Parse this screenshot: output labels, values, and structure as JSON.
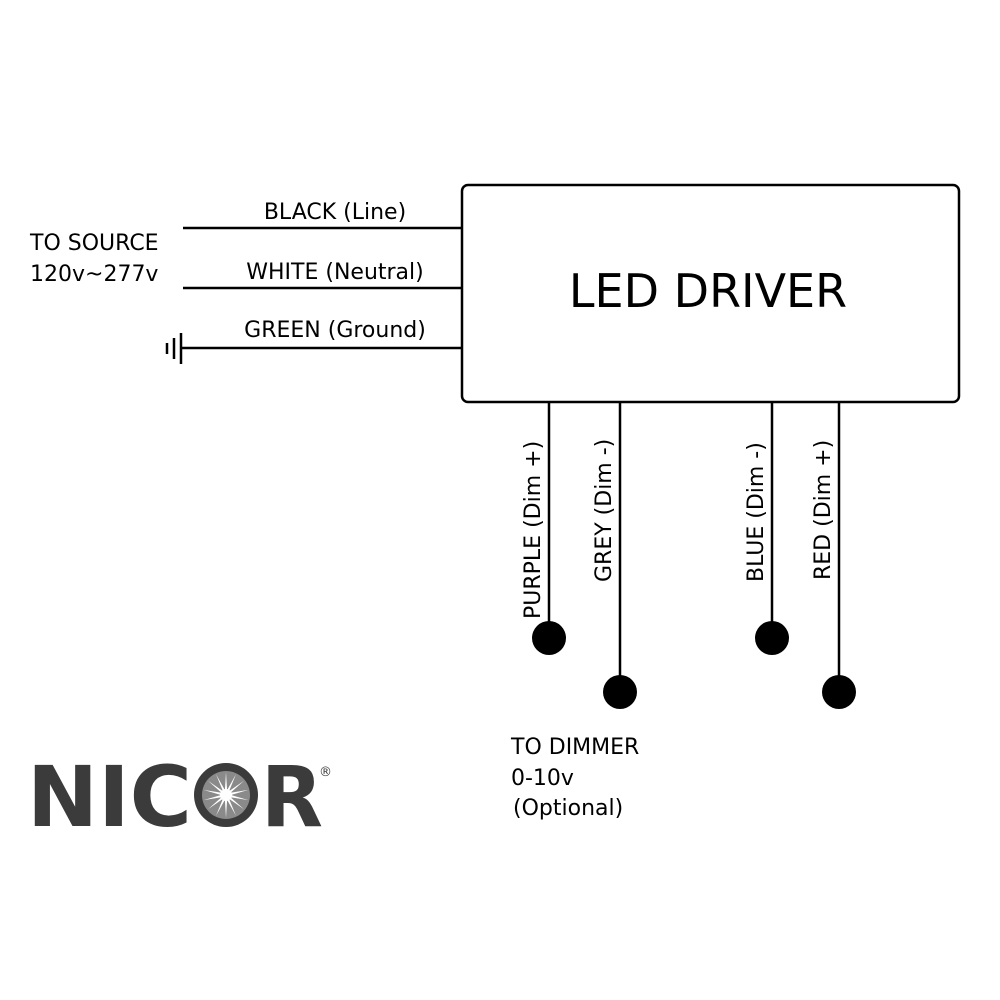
{
  "driver": {
    "label": "LED DRIVER"
  },
  "source": {
    "line1": "TO SOURCE",
    "line2": "120v~277v"
  },
  "input_wires": [
    {
      "label": "BLACK (Line)"
    },
    {
      "label": "WHITE (Neutral)"
    },
    {
      "label": "GREEN (Ground)"
    }
  ],
  "dimmer_wires": [
    {
      "label": "PURPLE (Dim +)"
    },
    {
      "label": "GREY (Dim -)"
    },
    {
      "label": "BLUE (Dim -)"
    },
    {
      "label": "RED (Dim +)"
    }
  ],
  "dimmer": {
    "line1": "TO DIMMER",
    "line2": "0-10v",
    "line3": "(Optional)"
  },
  "logo": {
    "left": "NIC",
    "right": "R",
    "registered": "®"
  },
  "colors": {
    "line": "#000000",
    "logo": "#3b3b3b"
  },
  "icons": {
    "ground": "ground-icon",
    "logo_star": "starburst-icon"
  }
}
